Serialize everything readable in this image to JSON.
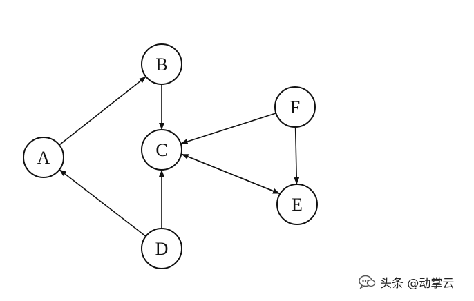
{
  "nodes": [
    {
      "id": "A",
      "label": "A"
    },
    {
      "id": "B",
      "label": "B"
    },
    {
      "id": "C",
      "label": "C"
    },
    {
      "id": "D",
      "label": "D"
    },
    {
      "id": "E",
      "label": "E"
    },
    {
      "id": "F",
      "label": "F"
    }
  ],
  "edges": [
    {
      "from": "A",
      "to": "B"
    },
    {
      "from": "B",
      "to": "C"
    },
    {
      "from": "D",
      "to": "A"
    },
    {
      "from": "D",
      "to": "C"
    },
    {
      "from": "F",
      "to": "C"
    },
    {
      "from": "F",
      "to": "E"
    },
    {
      "from": "C",
      "to": "E"
    },
    {
      "from": "E",
      "to": "C"
    }
  ],
  "watermark": {
    "text": "头条 @动掌云",
    "icon": "chat-bubble-icon"
  },
  "colors": {
    "stroke": "#111111",
    "background": "#ffffff"
  }
}
